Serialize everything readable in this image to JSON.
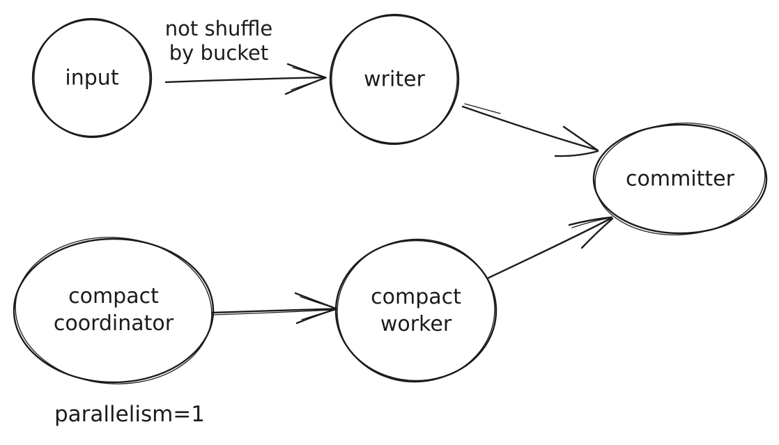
{
  "diagram": {
    "background": "#ffffff",
    "stroke_color": "#1b1b1b",
    "style": "hand-drawn sketch",
    "nodes": {
      "input": {
        "label": "input",
        "shape": "circle"
      },
      "writer": {
        "label": "writer",
        "shape": "circle"
      },
      "committer": {
        "label": "committer",
        "shape": "ellipse"
      },
      "compact_coordinator": {
        "label": "compact\ncoordinator",
        "shape": "ellipse"
      },
      "compact_worker": {
        "label": "compact\nworker",
        "shape": "ellipse"
      }
    },
    "edges": [
      {
        "from": "input",
        "to": "writer",
        "label": "not shuffle\nby bucket"
      },
      {
        "from": "writer",
        "to": "committer",
        "label": ""
      },
      {
        "from": "compact_coordinator",
        "to": "compact_worker",
        "label": ""
      },
      {
        "from": "compact_worker",
        "to": "committer",
        "label": ""
      }
    ],
    "annotation": "parallelism=1"
  }
}
